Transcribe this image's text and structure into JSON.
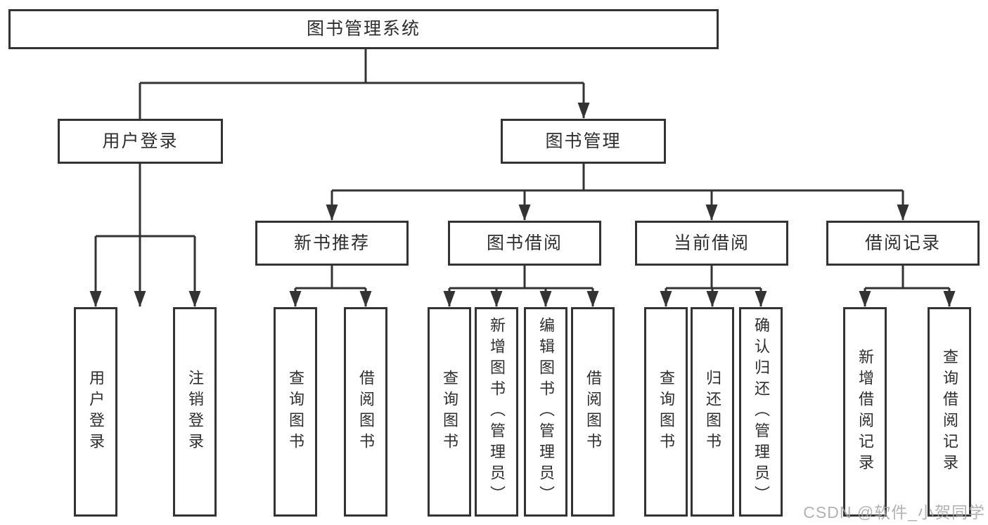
{
  "tree": {
    "label": "图书管理系统",
    "children": [
      {
        "label": "用户登录",
        "children": [
          {
            "label": "用户登录"
          },
          {
            "label": "注销登录"
          }
        ]
      },
      {
        "label": "图书管理",
        "children": [
          {
            "label": "新书推荐",
            "children": [
              {
                "label": "查询图书"
              },
              {
                "label": "借阅图书"
              }
            ]
          },
          {
            "label": "图书借阅",
            "children": [
              {
                "label": "查询图书"
              },
              {
                "label": "新增图书（管理员）"
              },
              {
                "label": "编辑图书（管理员）"
              },
              {
                "label": "借阅图书"
              }
            ]
          },
          {
            "label": "当前借阅",
            "children": [
              {
                "label": "查询图书"
              },
              {
                "label": "归还图书"
              },
              {
                "label": "确认归还（管理员）"
              }
            ]
          },
          {
            "label": "借阅记录",
            "children": [
              {
                "label": "新增借阅记录"
              },
              {
                "label": "查询借阅记录"
              }
            ]
          }
        ]
      }
    ]
  },
  "watermark": {
    "text": "CSDN @软件_小贺同学"
  },
  "colors": {
    "line": "#333333",
    "box_border": "#333333",
    "text": "#2e2e2e",
    "background": "#ffffff",
    "watermark": "#a5a5a5"
  }
}
